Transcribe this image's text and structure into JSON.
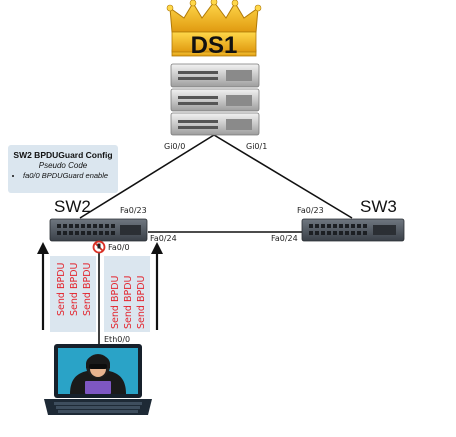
{
  "devices": {
    "ds1": {
      "name": "DS1"
    },
    "sw2": {
      "name": "SW2"
    },
    "sw3": {
      "name": "SW3"
    }
  },
  "ports": {
    "ds1_left": "Gi0/0",
    "ds1_right": "Gi0/1",
    "sw2_fa023": "Fa0/23",
    "sw2_fa024": "Fa0/24",
    "sw2_fa00": "Fa0/0",
    "sw3_fa023": "Fa0/23",
    "sw3_fa024": "Fa0/24",
    "attacker_eth": "Eth0/0"
  },
  "config_box": {
    "title": "SW2 BPDUGuard Config",
    "subtitle": "Pseudo Code",
    "items": [
      "fa0/0 BPDUGuard enable"
    ]
  },
  "bpdu_labels": {
    "left": [
      "Send BPDU",
      "Send BPDU",
      "Send BPDU"
    ],
    "right": [
      "Send BPDU",
      "Send BPDU",
      "Send BPDU"
    ]
  },
  "icons": {
    "crown": "crown-icon",
    "server": "server-stack-icon",
    "switch": "switch-icon",
    "blocked": "blocked-port-icon",
    "attacker": "hacker-laptop-icon"
  },
  "colors": {
    "bpdu_text": "#e3262f",
    "bpdu_panel": "#dbe6ef",
    "crown": "#f2b91c",
    "blocked": "#d93025"
  }
}
